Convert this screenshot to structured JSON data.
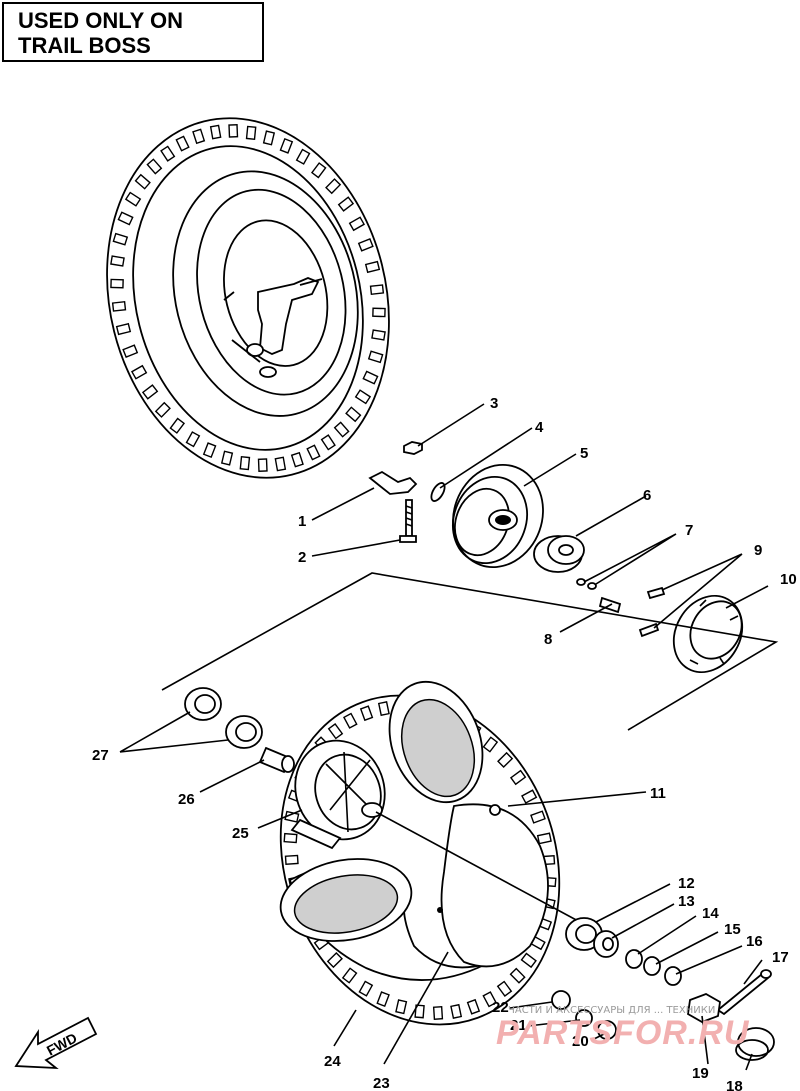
{
  "banner": {
    "line1": "USED ONLY ON",
    "line2": "TRAIL BOSS"
  },
  "fwd_label": "FWD",
  "callouts": [
    {
      "id": "c1",
      "text": "1"
    },
    {
      "id": "c2",
      "text": "2"
    },
    {
      "id": "c3",
      "text": "3"
    },
    {
      "id": "c4",
      "text": "4"
    },
    {
      "id": "c5",
      "text": "5"
    },
    {
      "id": "c6",
      "text": "6"
    },
    {
      "id": "c7",
      "text": "7"
    },
    {
      "id": "c8",
      "text": "8"
    },
    {
      "id": "c9",
      "text": "9"
    },
    {
      "id": "c10",
      "text": "10"
    },
    {
      "id": "c11",
      "text": "11"
    },
    {
      "id": "c12",
      "text": "12"
    },
    {
      "id": "c13",
      "text": "13"
    },
    {
      "id": "c14",
      "text": "14"
    },
    {
      "id": "c15",
      "text": "15"
    },
    {
      "id": "c16",
      "text": "16"
    },
    {
      "id": "c17",
      "text": "17"
    },
    {
      "id": "c18",
      "text": "18"
    },
    {
      "id": "c19",
      "text": "19"
    },
    {
      "id": "c20",
      "text": "20"
    },
    {
      "id": "c21",
      "text": "21"
    },
    {
      "id": "c22",
      "text": "22"
    },
    {
      "id": "c23",
      "text": "23"
    },
    {
      "id": "c24",
      "text": "24"
    },
    {
      "id": "c25",
      "text": "25"
    },
    {
      "id": "c26",
      "text": "26"
    },
    {
      "id": "c27",
      "text": "27"
    }
  ],
  "watermark": {
    "line1": "ЧАСТИ И АКСЕССУАРЫ ДЛЯ ... ТЕХНИКИ"
  }
}
